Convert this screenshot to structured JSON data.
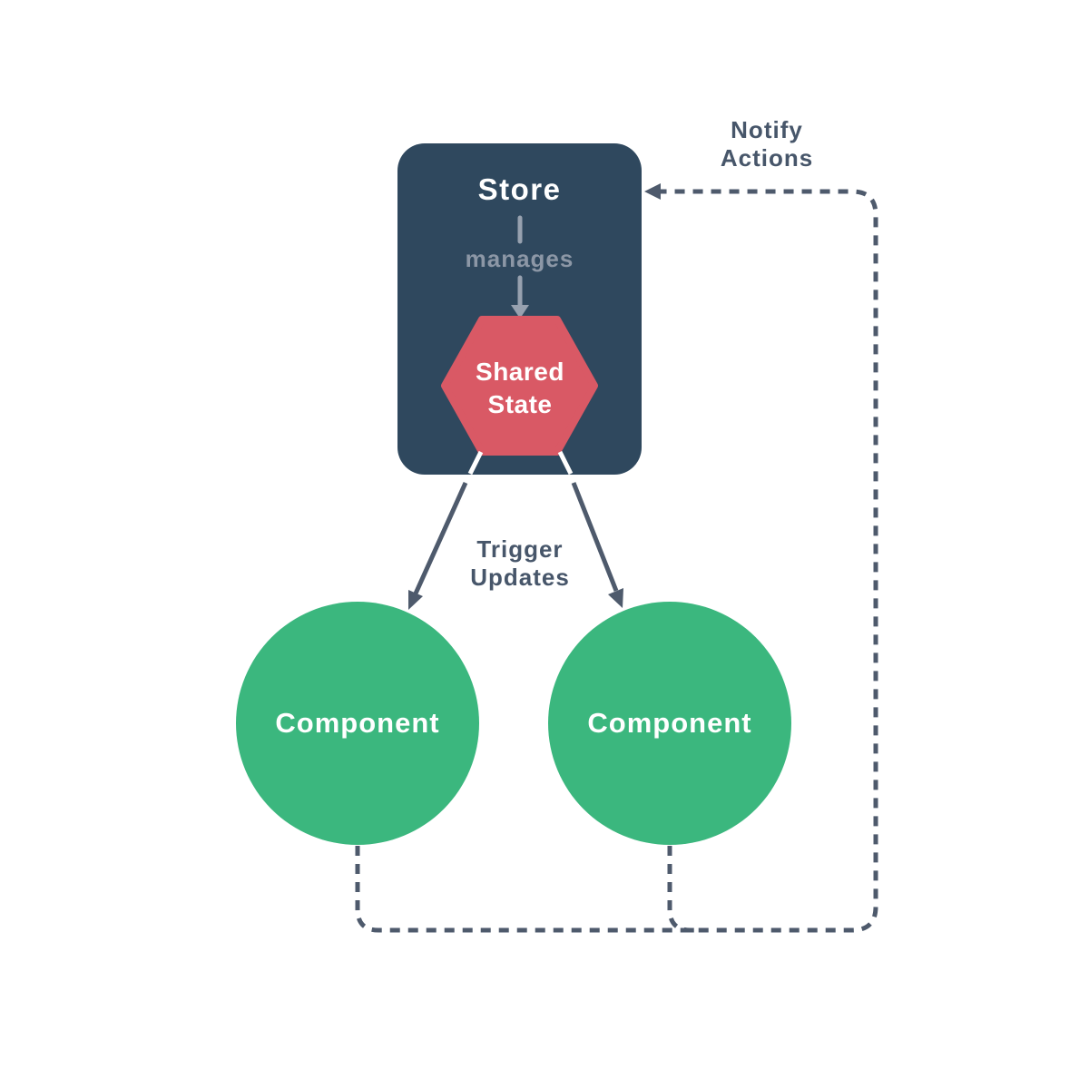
{
  "diagram": {
    "store": {
      "label": "Store",
      "relation_label": "manages"
    },
    "shared_state": {
      "label_line1": "Shared",
      "label_line2": "State"
    },
    "components": [
      {
        "label": "Component"
      },
      {
        "label": "Component"
      }
    ],
    "edge_labels": {
      "trigger_updates_line1": "Trigger",
      "trigger_updates_line2": "Updates",
      "notify_actions_line1": "Notify",
      "notify_actions_line2": "Actions"
    },
    "colors": {
      "store_bg": "#2F485E",
      "shared_state_bg": "#D95965",
      "component_bg": "#3BB77E",
      "connector_dark": "#4E5A6C",
      "connector_mask": "#FFFFFF",
      "muted_gray": "#8C97A6",
      "arrow_gray": "#97A1AF",
      "label_dark": "#47566A",
      "text_light": "#FFFFFF"
    }
  }
}
